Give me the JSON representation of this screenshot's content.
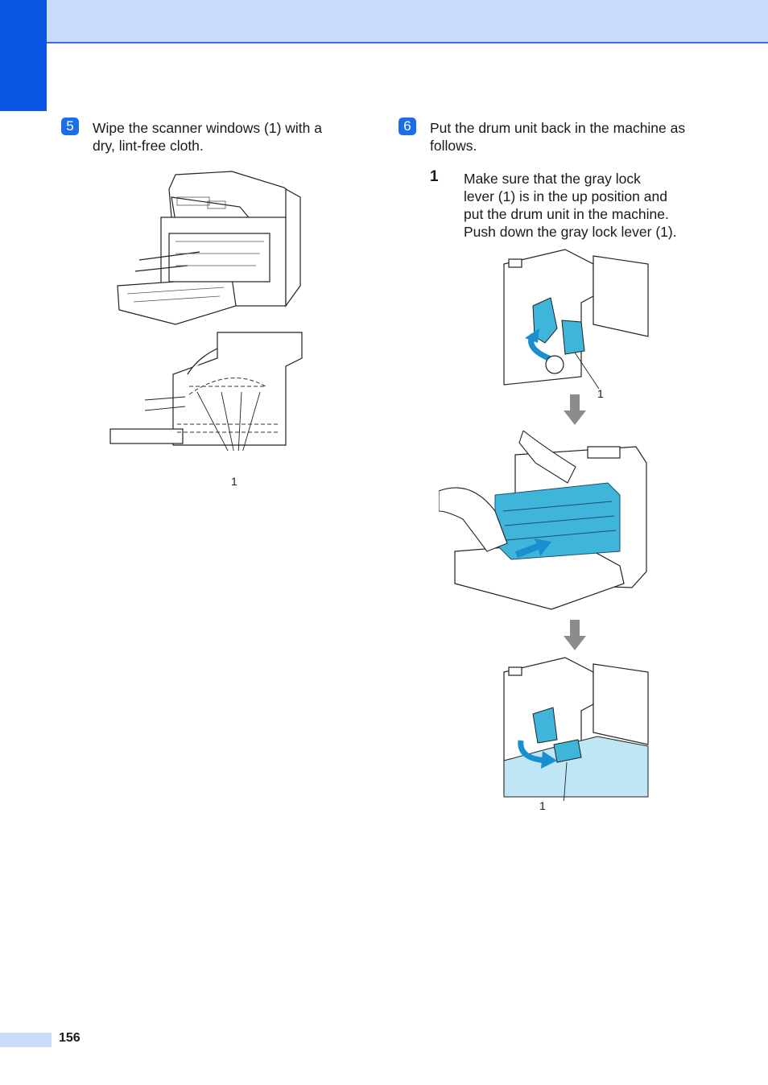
{
  "steps": [
    {
      "number": "5",
      "text_line1": "Wipe the scanner windows (1) with a",
      "text_line2": "dry, lint-free cloth."
    },
    {
      "number": "6",
      "text_line1": "Put the drum unit back in the machine as",
      "text_line2": "follows."
    }
  ],
  "substep": {
    "number": "1",
    "lines": [
      "Make sure that the gray lock",
      "lever (1) is in the up position and",
      "put the drum unit in the machine.",
      "Push down the gray lock lever (1)."
    ]
  },
  "callouts": {
    "scanner": "1",
    "lever_up": "1",
    "lever_down": "1"
  },
  "page_number": "156",
  "colors": {
    "accent_blue": "#0a55e0",
    "header_light": "#cbdcfb",
    "part_cyan": "#3fb6d9"
  }
}
